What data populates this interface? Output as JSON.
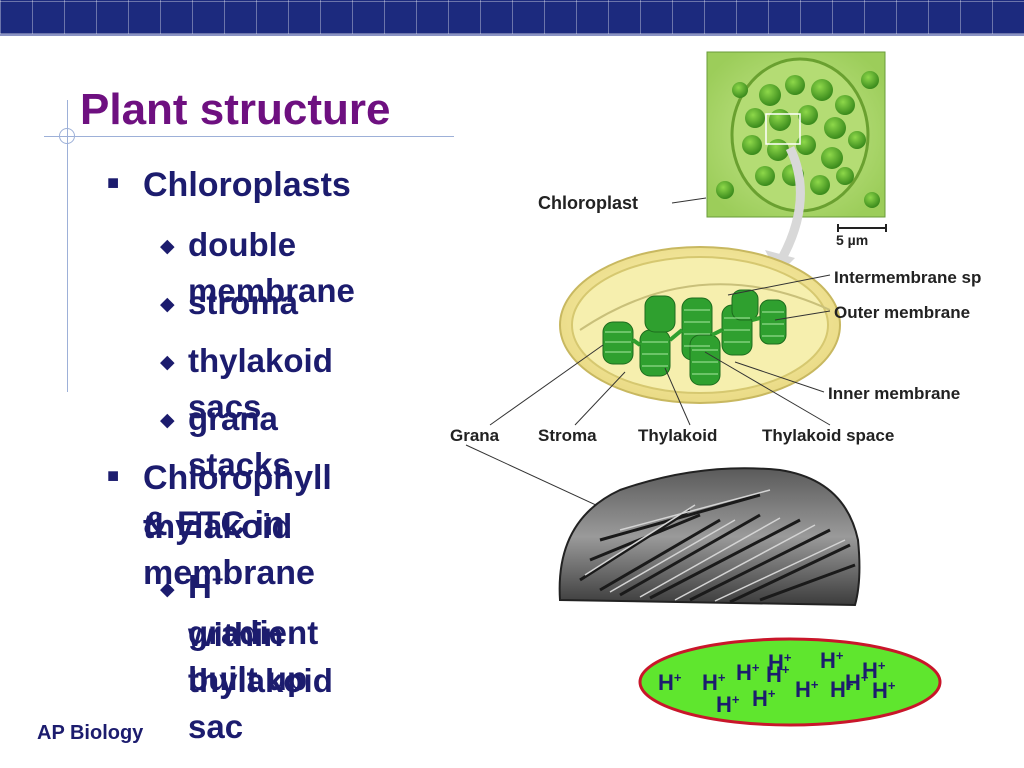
{
  "slide": {
    "title": "Plant structure",
    "footer": "AP Biology"
  },
  "bullets": {
    "chloroplasts": "Chloroplasts",
    "double_membrane": "double membrane",
    "stroma": "stroma",
    "thylakoid_sacs": "thylakoid sacs",
    "grana_stacks": "grana stacks",
    "chlorophyll_line1": "Chlorophyll & ETC in",
    "chlorophyll_line2": "thylakoid membrane",
    "h_symbol": "H",
    "h_charge": "+",
    "h_gradient_line1_rest": " gradient built up",
    "h_gradient_line2": "within thylakoid sac"
  },
  "diagram": {
    "chloroplast_label": "Chloroplast",
    "scale_label": "5 µm",
    "intermembrane_label": "Intermembrane sp",
    "outer_membrane_label": "Outer membrane",
    "inner_membrane_label": "Inner membrane",
    "grana_label": "Grana",
    "stroma_label": "Stroma",
    "thylakoid_label": "Thylakoid",
    "thylakoid_space_label": "Thylakoid space"
  },
  "proton_sac": {
    "symbol": "H",
    "charge": "+",
    "count": 13,
    "fill_color": "#5fe62e",
    "border_color": "#c9162a"
  },
  "colors": {
    "title": "#6e1080",
    "text": "#1c1c6e",
    "top_bar": "#1c2a7e"
  }
}
